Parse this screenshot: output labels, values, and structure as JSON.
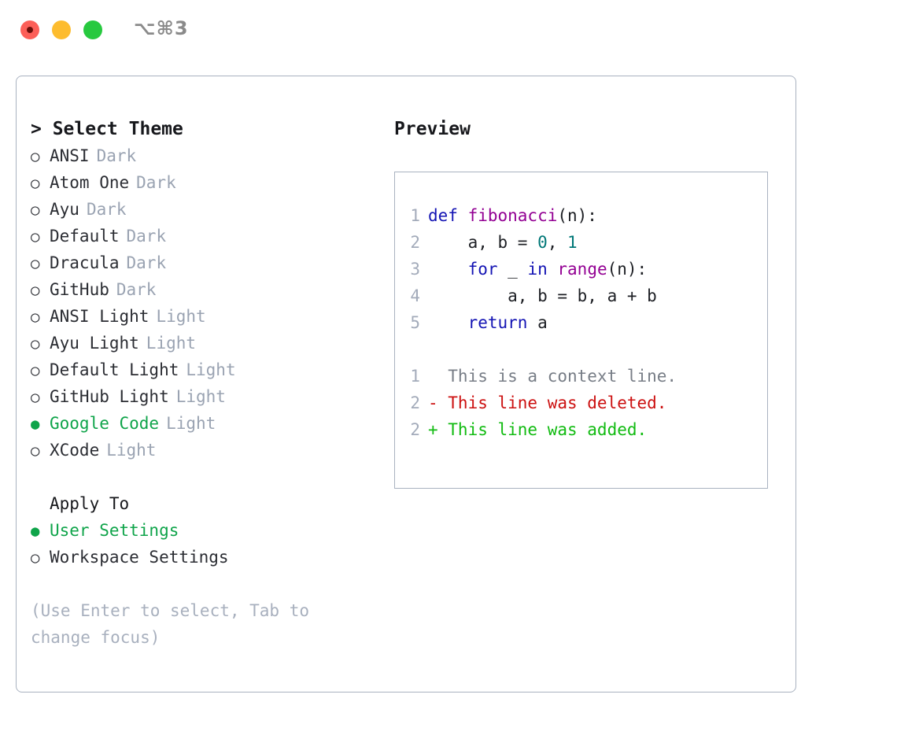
{
  "window": {
    "shortcut": "⌥⌘3",
    "traffic_lights": [
      {
        "name": "close-button",
        "color": "#fc5f58"
      },
      {
        "name": "minimize-button",
        "color": "#fdbc2e"
      },
      {
        "name": "maximize-button",
        "color": "#27c93f"
      }
    ]
  },
  "theme_picker": {
    "header": "> Select Theme",
    "selected_marker": "●",
    "unselected_marker": "○",
    "items": [
      {
        "marker": "○",
        "label": "ANSI",
        "badge": "Dark",
        "selected": false
      },
      {
        "marker": "○",
        "label": "Atom One",
        "badge": "Dark",
        "selected": false
      },
      {
        "marker": "○",
        "label": "Ayu",
        "badge": "Dark",
        "selected": false
      },
      {
        "marker": "○",
        "label": "Default",
        "badge": "Dark",
        "selected": false
      },
      {
        "marker": "○",
        "label": "Dracula",
        "badge": "Dark",
        "selected": false
      },
      {
        "marker": "○",
        "label": "GitHub",
        "badge": "Dark",
        "selected": false
      },
      {
        "marker": "○",
        "label": "ANSI Light",
        "badge": "Light",
        "selected": false
      },
      {
        "marker": "○",
        "label": "Ayu Light",
        "badge": "Light",
        "selected": false
      },
      {
        "marker": "○",
        "label": "Default Light",
        "badge": "Light",
        "selected": false
      },
      {
        "marker": "○",
        "label": "GitHub Light",
        "badge": "Light",
        "selected": false
      },
      {
        "marker": "●",
        "label": "Google Code",
        "badge": "Light",
        "selected": true
      },
      {
        "marker": "○",
        "label": "XCode",
        "badge": "Light",
        "selected": false
      }
    ]
  },
  "apply_to": {
    "title": "Apply To",
    "items": [
      {
        "marker": "●",
        "label": "User Settings",
        "selected": true
      },
      {
        "marker": "○",
        "label": "Workspace Settings",
        "selected": false
      }
    ]
  },
  "hint": "(Use Enter to select, Tab to change focus)",
  "preview": {
    "title": "Preview",
    "code_lines": [
      {
        "number": "1",
        "tokens": [
          {
            "text": "def ",
            "kind": "kw"
          },
          {
            "text": "fibonacci",
            "kind": "fn"
          },
          {
            "text": "(n):",
            "kind": "plain"
          }
        ]
      },
      {
        "number": "2",
        "tokens": [
          {
            "text": "    a, b = ",
            "kind": "plain"
          },
          {
            "text": "0",
            "kind": "num"
          },
          {
            "text": ", ",
            "kind": "plain"
          },
          {
            "text": "1",
            "kind": "num"
          }
        ]
      },
      {
        "number": "3",
        "tokens": [
          {
            "text": "    for ",
            "kind": "kw"
          },
          {
            "text": "_ ",
            "kind": "plain"
          },
          {
            "text": "in ",
            "kind": "kw"
          },
          {
            "text": "range",
            "kind": "fn"
          },
          {
            "text": "(n):",
            "kind": "plain"
          }
        ]
      },
      {
        "number": "4",
        "tokens": [
          {
            "text": "        a, b = b, a + b",
            "kind": "plain"
          }
        ]
      },
      {
        "number": "5",
        "tokens": [
          {
            "text": "    return ",
            "kind": "kw"
          },
          {
            "text": "a",
            "kind": "plain"
          }
        ]
      }
    ],
    "diff_lines": [
      {
        "number": "1",
        "text": "  This is a context line.",
        "kind": "ctx"
      },
      {
        "number": "2",
        "text": "- This line was deleted.",
        "kind": "del"
      },
      {
        "number": "2",
        "text": "+ This line was added.",
        "kind": "add"
      }
    ]
  },
  "colors": {
    "accent_green": "#0fa44a",
    "border": "#a9b2c0",
    "muted": "#9aa3b2",
    "line_number": "#a3abba",
    "keyword": "#1414b4",
    "function": "#930093",
    "number": "#007777",
    "diff_context": "#777d86",
    "diff_deleted": "#cc1111",
    "diff_added": "#11bb11"
  }
}
